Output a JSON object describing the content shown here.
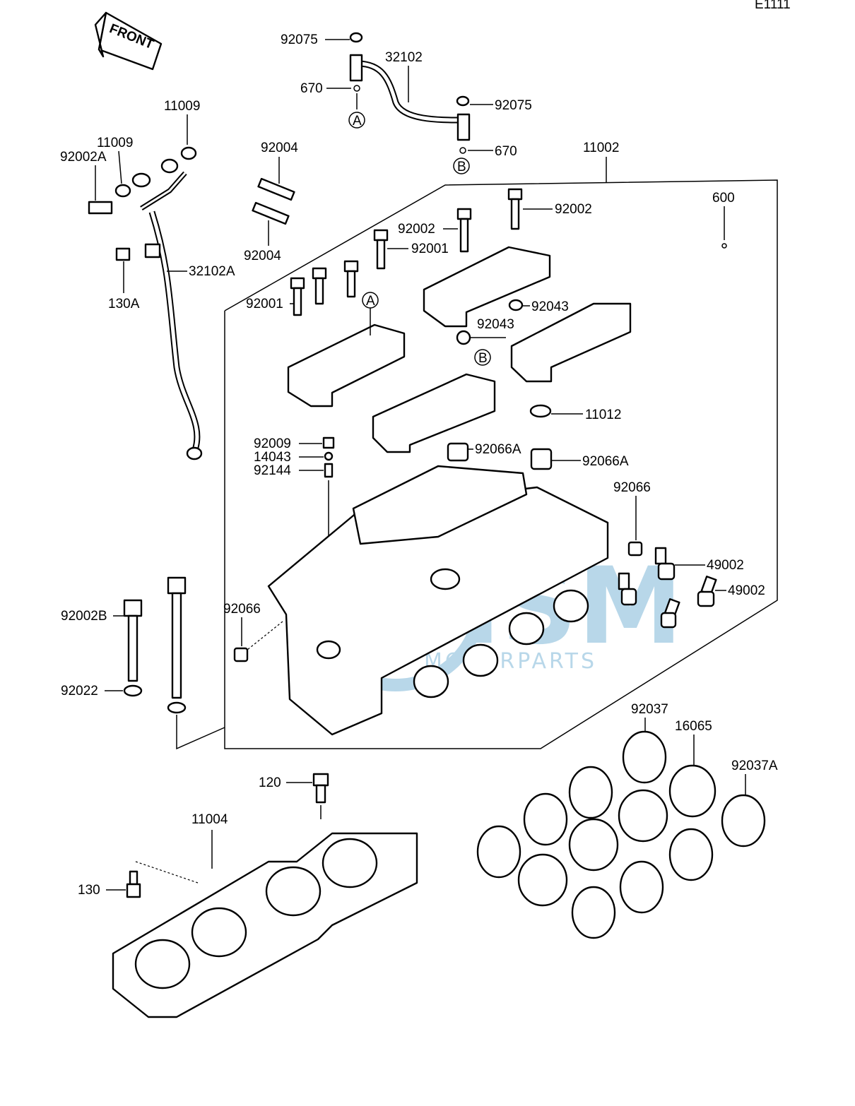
{
  "page_code": "E1111",
  "front_label": "FRONT",
  "watermark": {
    "brand": "MSM",
    "sub": "MOTORPARTS",
    "color": "#7fb8d8"
  },
  "callouts": {
    "c92075a": "92075",
    "c32102": "32102",
    "c670a": "670",
    "markA1": "A",
    "c92075b": "92075",
    "c670b": "670",
    "markB1": "B",
    "c11009a": "11009",
    "c11009b": "11009",
    "c92002A": "92002A",
    "c92004a": "92004",
    "c92004b": "92004",
    "c32102A": "32102A",
    "c130A": "130A",
    "c11002": "11002",
    "c600": "600",
    "c92002a": "92002",
    "c92002b": "92002",
    "c92001a": "92001",
    "c92001b": "92001",
    "markA2": "A",
    "c92043a": "92043",
    "c92043b": "92043",
    "markB2": "B",
    "c11012": "11012",
    "c92066Aa": "92066A",
    "c92066Ab": "92066A",
    "c92009": "92009",
    "c14043": "14043",
    "c92144": "92144",
    "c92066a": "92066",
    "c49002a": "49002",
    "c49002b": "49002",
    "c92066b": "92066",
    "c92002B": "92002B",
    "c92022": "92022",
    "c92037": "92037",
    "c16065": "16065",
    "c92037A": "92037A",
    "c120": "120",
    "c11004": "11004",
    "c130": "130"
  }
}
